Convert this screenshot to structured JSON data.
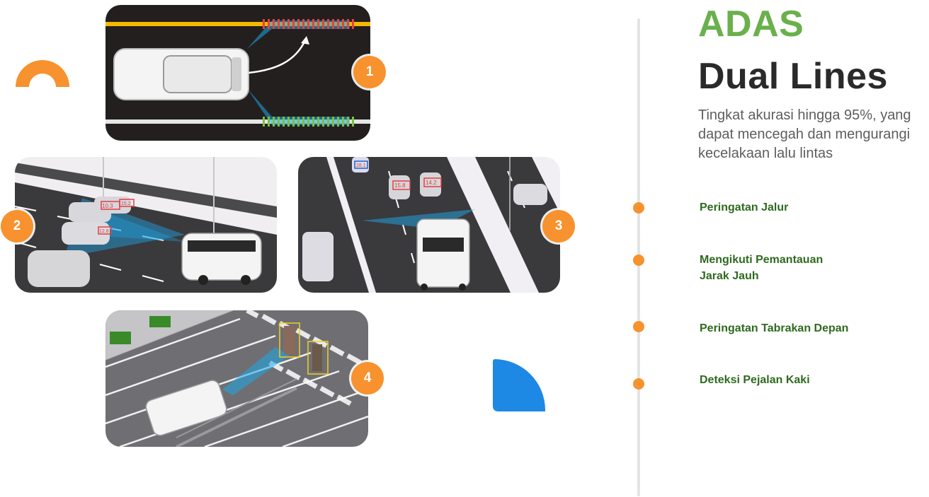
{
  "header": {
    "title_line1": "ADAS",
    "title_line2": "Dual Lines",
    "description": "Tingkat akurasi hingga 95%, yang dapat mencegah dan mengurangi kecelakaan lalu lintas"
  },
  "features": [
    {
      "label": "Peringatan Jalur"
    },
    {
      "label": "Mengikuti Pemantauan Jarak Jauh"
    },
    {
      "label": "Peringatan Tabrakan Depan"
    },
    {
      "label": "Deteksi Pejalan Kaki"
    }
  ],
  "panels": [
    {
      "badge": "1",
      "icon": "lane-departure-illustration"
    },
    {
      "badge": "2",
      "icon": "distance-monitoring-illustration",
      "tags": [
        "10.3",
        "15.2",
        "12.8"
      ]
    },
    {
      "badge": "3",
      "icon": "forward-collision-illustration",
      "tags": [
        "28.1",
        "15.8",
        "14.2"
      ]
    },
    {
      "badge": "4",
      "icon": "pedestrian-detection-illustration"
    }
  ],
  "colors": {
    "accent_green": "#6ab04c",
    "dark_text": "#2a2a2a",
    "feature_green": "#2f6a1f",
    "orange": "#f7922e",
    "blue": "#1e88e5",
    "road_dark": "#231f1e"
  }
}
